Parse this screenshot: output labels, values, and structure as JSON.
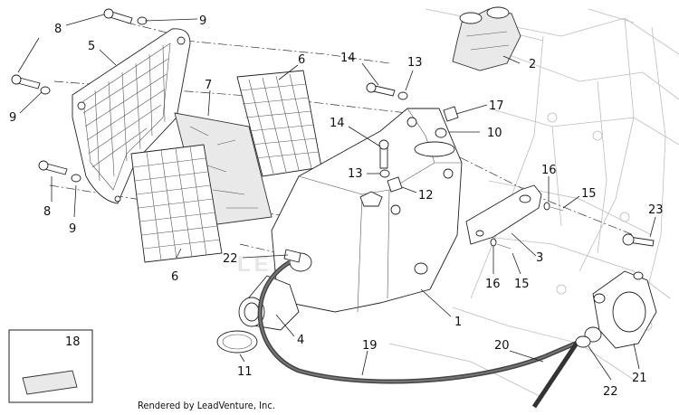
{
  "diagram": {
    "credit": "Rendered by LeadVenture, Inc.",
    "watermark": "LEADVENTURE",
    "callouts": {
      "c1": "1",
      "c2": "2",
      "c3": "3",
      "c4": "4",
      "c5": "5",
      "c6a": "6",
      "c6b": "6",
      "c7": "7",
      "c8a": "8",
      "c8b": "8",
      "c9a": "9",
      "c9b": "9",
      "c9c": "9",
      "c10": "10",
      "c11": "11",
      "c12": "12",
      "c13a": "13",
      "c13b": "13",
      "c14a": "14",
      "c14b": "14",
      "c15a": "15",
      "c15b": "15",
      "c16a": "16",
      "c16b": "16",
      "c17": "17",
      "c18": "18",
      "c19": "19",
      "c20": "20",
      "c21": "21",
      "c22a": "22",
      "c22b": "22",
      "c23": "23"
    }
  }
}
